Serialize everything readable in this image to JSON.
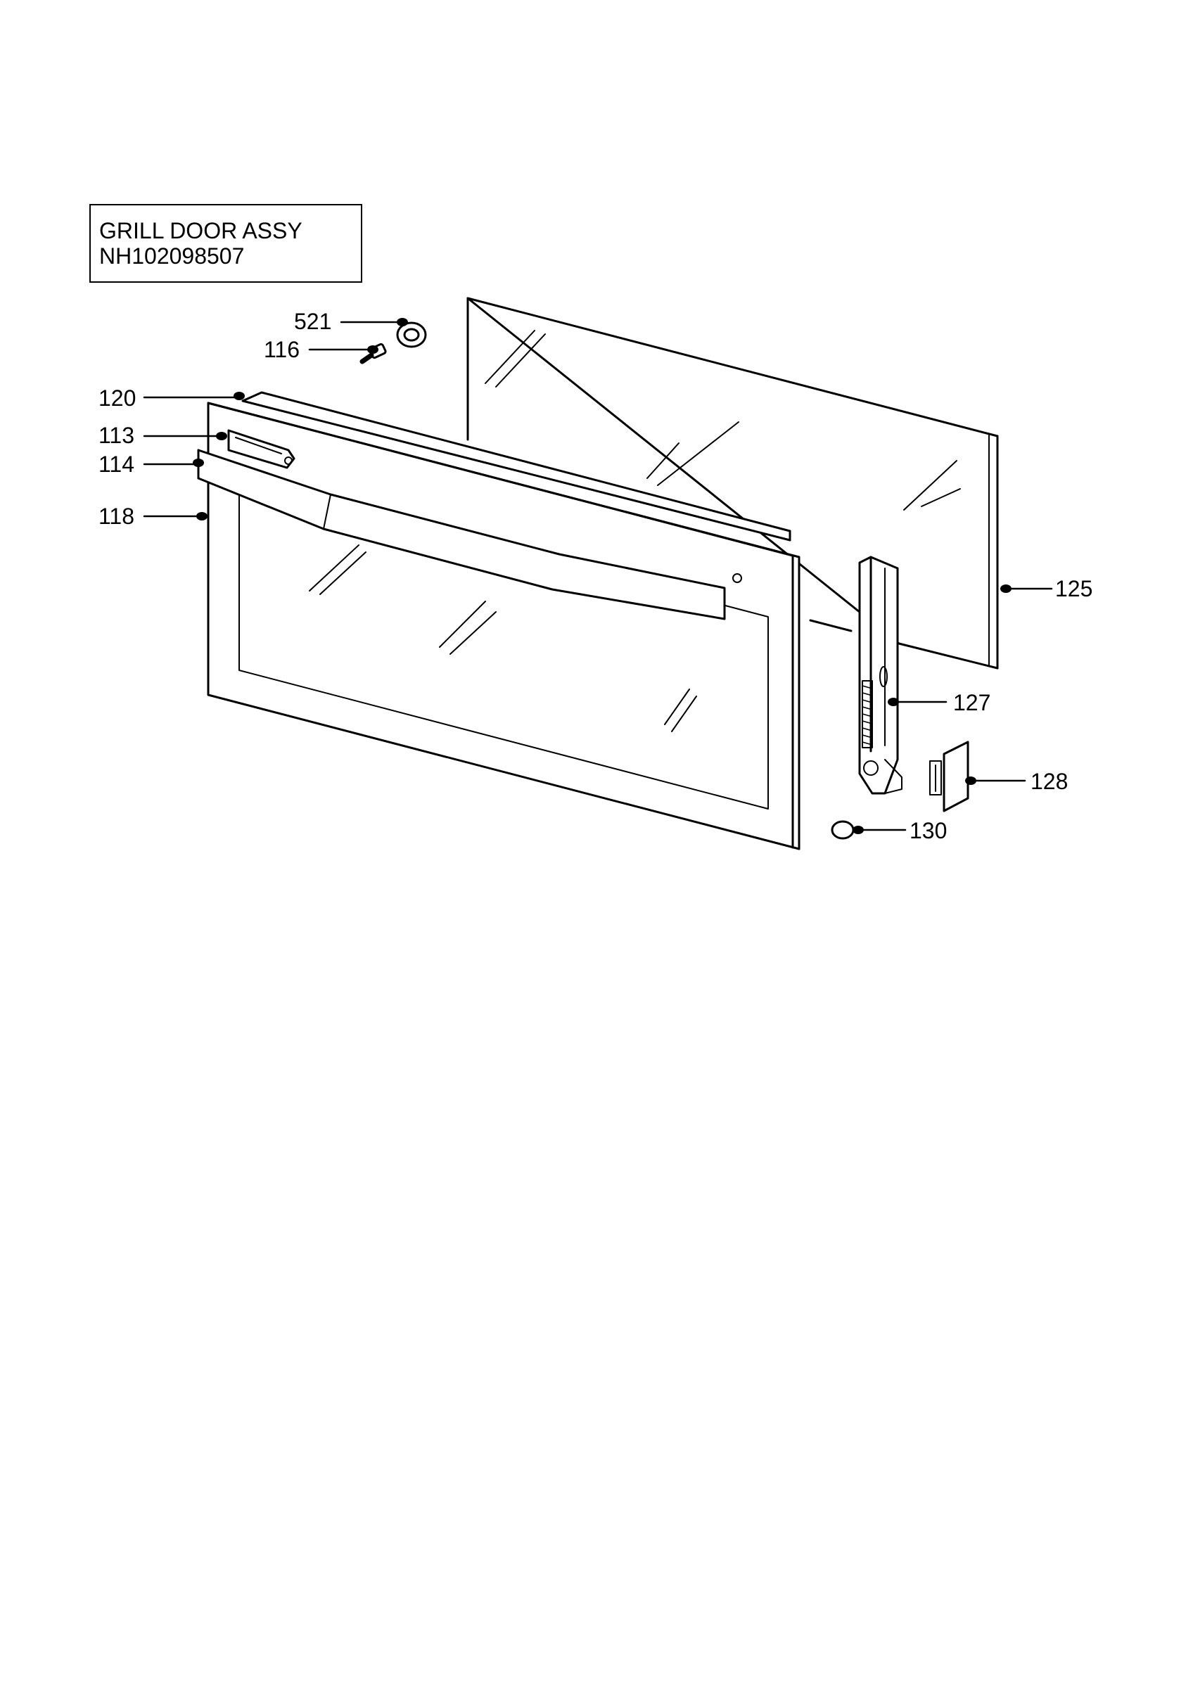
{
  "title": {
    "name": "GRILL DOOR ASSY",
    "code": "NH102098507"
  },
  "callouts": {
    "p521": "521",
    "p116": "116",
    "p120": "120",
    "p113": "113",
    "p114": "114",
    "p118": "118",
    "p125": "125",
    "p127": "127",
    "p128": "128",
    "p130": "130"
  },
  "colors": {
    "line": "#000000",
    "background": "#ffffff"
  }
}
